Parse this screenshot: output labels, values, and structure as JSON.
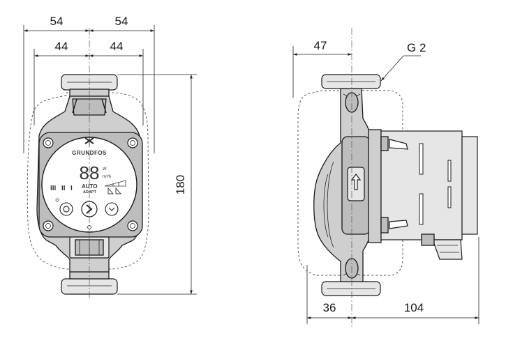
{
  "front_view": {
    "dim_width_outer_left": "54",
    "dim_width_outer_right": "54",
    "dim_width_inner_left": "44",
    "dim_width_inner_right": "44",
    "dim_height": "180",
    "panel": {
      "brand": "GRUNDFOS",
      "display_digits": "88",
      "display_unit_power": "W",
      "display_unit_flow": "m³/h",
      "auto_label": "AUTO",
      "adapt_label": "ADAPT",
      "mode_bars": [
        "III",
        "II",
        "I"
      ]
    }
  },
  "side_view": {
    "dim_top": "47",
    "thread_label": "G 2",
    "dim_bottom_left": "36",
    "dim_bottom_right": "104"
  }
}
